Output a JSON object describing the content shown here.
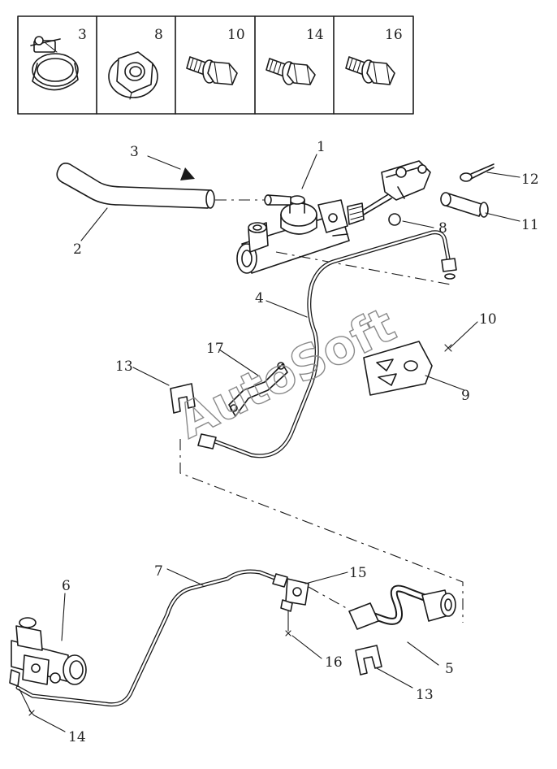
{
  "hardware_table": {
    "cells": [
      {
        "number": "3"
      },
      {
        "number": "8"
      },
      {
        "number": "10"
      },
      {
        "number": "14"
      },
      {
        "number": "16"
      }
    ]
  },
  "callouts": {
    "c1": "1",
    "c2": "2",
    "c3": "3",
    "c4": "4",
    "c5": "5",
    "c6": "6",
    "c7": "7",
    "c8": "8",
    "c9": "9",
    "c10": "10",
    "c11": "11",
    "c12": "12",
    "c13a": "13",
    "c13b": "13",
    "c14": "14",
    "c15": "15",
    "c16": "16",
    "c17": "17"
  },
  "watermark": "AutoSoft",
  "icons": {
    "hose_clamp": "hose-clamp-icon",
    "flange_nut": "flange-nut-icon",
    "flange_bolt": "flange-bolt-icon"
  },
  "colors": {
    "line": "#1a1a1a",
    "watermark": "#8a8a8a"
  }
}
